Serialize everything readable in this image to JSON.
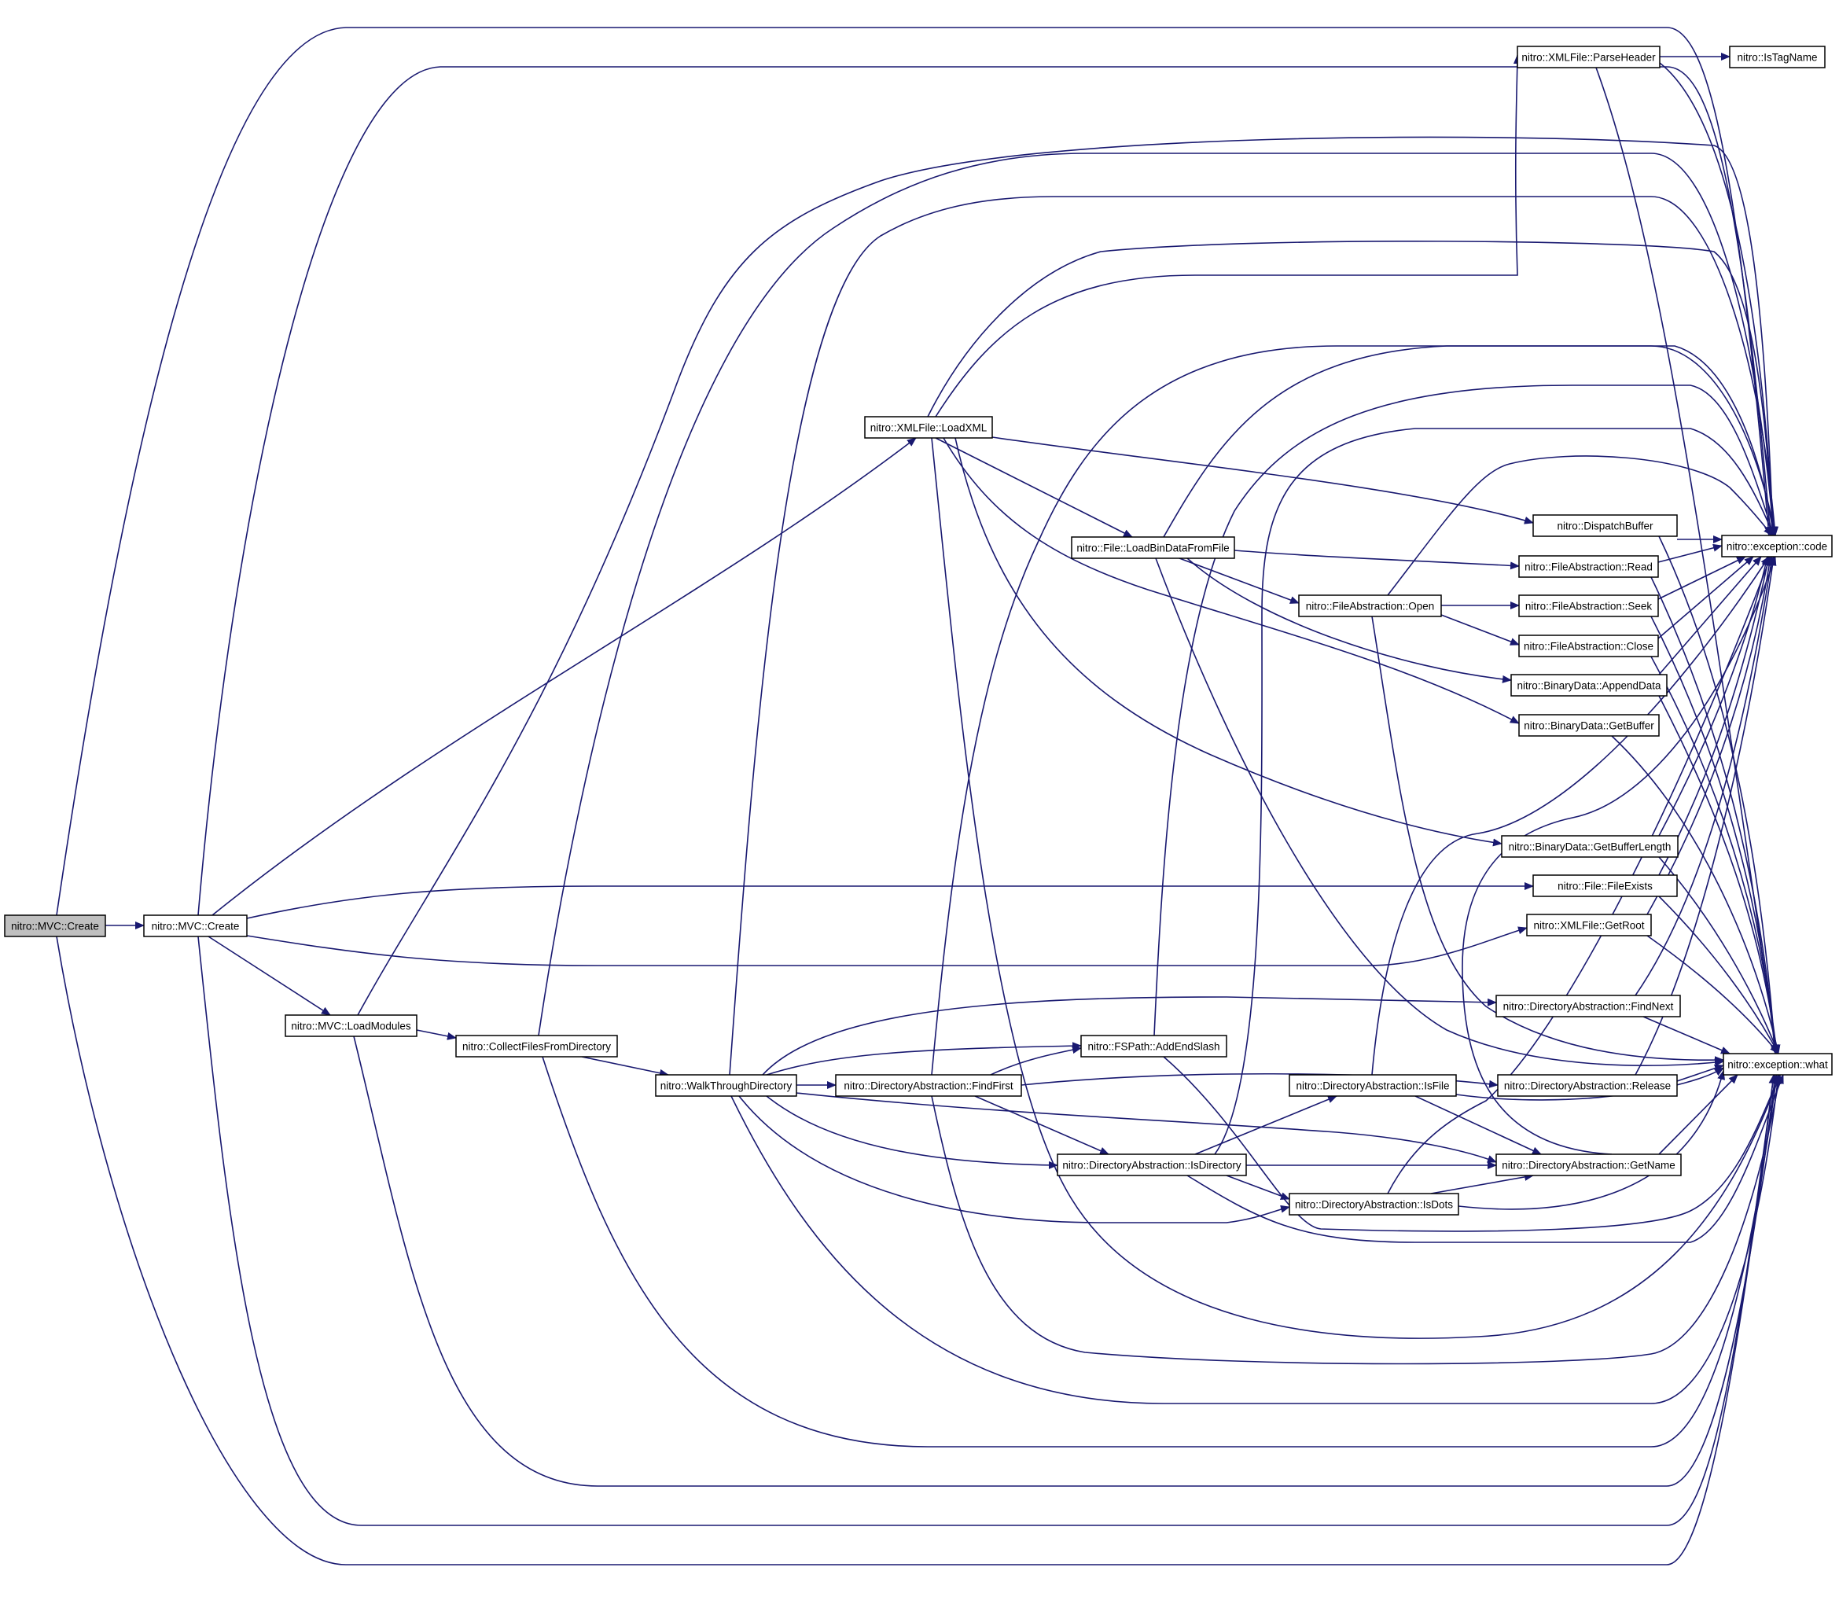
{
  "diagram": {
    "colors": {
      "edge": "#191970",
      "node_fill": "#ffffff",
      "root_fill": "#bfbfbf",
      "node_border": "#000000"
    },
    "nodes": [
      {
        "id": "root",
        "label": "nitro::MVC::Create",
        "root": true
      },
      {
        "id": "mvc_create",
        "label": "nitro::MVC::Create"
      },
      {
        "id": "load_modules",
        "label": "nitro::MVC::LoadModules"
      },
      {
        "id": "collect_files",
        "label": "nitro::CollectFilesFromDirectory"
      },
      {
        "id": "walk_dir",
        "label": "nitro::WalkThroughDirectory"
      },
      {
        "id": "find_first",
        "label": "nitro::DirectoryAbstraction::FindFirst"
      },
      {
        "id": "add_end_slash",
        "label": "nitro::FSPath::AddEndSlash"
      },
      {
        "id": "is_directory",
        "label": "nitro::DirectoryAbstraction::IsDirectory"
      },
      {
        "id": "is_file",
        "label": "nitro::DirectoryAbstraction::IsFile"
      },
      {
        "id": "is_dots",
        "label": "nitro::DirectoryAbstraction::IsDots"
      },
      {
        "id": "find_next",
        "label": "nitro::DirectoryAbstraction::FindNext"
      },
      {
        "id": "release",
        "label": "nitro::DirectoryAbstraction::Release"
      },
      {
        "id": "get_name",
        "label": "nitro::DirectoryAbstraction::GetName"
      },
      {
        "id": "load_xml",
        "label": "nitro::XMLFile::LoadXML"
      },
      {
        "id": "parse_header",
        "label": "nitro::XMLFile::ParseHeader"
      },
      {
        "id": "is_tag_name",
        "label": "nitro::IsTagName"
      },
      {
        "id": "load_bin",
        "label": "nitro::File::LoadBinDataFromFile"
      },
      {
        "id": "dispatch_buffer",
        "label": "nitro::DispatchBuffer"
      },
      {
        "id": "fa_read",
        "label": "nitro::FileAbstraction::Read"
      },
      {
        "id": "fa_open",
        "label": "nitro::FileAbstraction::Open"
      },
      {
        "id": "fa_seek",
        "label": "nitro::FileAbstraction::Seek"
      },
      {
        "id": "fa_close",
        "label": "nitro::FileAbstraction::Close"
      },
      {
        "id": "bd_append",
        "label": "nitro::BinaryData::AppendData"
      },
      {
        "id": "bd_getbuffer",
        "label": "nitro::BinaryData::GetBuffer"
      },
      {
        "id": "bd_getlength",
        "label": "nitro::BinaryData::GetBufferLength"
      },
      {
        "id": "file_exists",
        "label": "nitro::File::FileExists"
      },
      {
        "id": "get_root",
        "label": "nitro::XMLFile::GetRoot"
      },
      {
        "id": "exc_code",
        "label": "nitro::exception::code"
      },
      {
        "id": "exc_what",
        "label": "nitro::exception::what"
      }
    ],
    "edges": [
      [
        "root",
        "mvc_create"
      ],
      [
        "root",
        "exc_code"
      ],
      [
        "root",
        "exc_what"
      ],
      [
        "mvc_create",
        "load_xml"
      ],
      [
        "mvc_create",
        "file_exists"
      ],
      [
        "mvc_create",
        "get_root"
      ],
      [
        "mvc_create",
        "load_modules"
      ],
      [
        "mvc_create",
        "exc_code"
      ],
      [
        "mvc_create",
        "exc_what"
      ],
      [
        "load_modules",
        "collect_files"
      ],
      [
        "load_modules",
        "exc_code"
      ],
      [
        "load_modules",
        "exc_what"
      ],
      [
        "collect_files",
        "walk_dir"
      ],
      [
        "collect_files",
        "exc_code"
      ],
      [
        "collect_files",
        "exc_what"
      ],
      [
        "walk_dir",
        "find_first"
      ],
      [
        "walk_dir",
        "add_end_slash"
      ],
      [
        "walk_dir",
        "is_directory"
      ],
      [
        "walk_dir",
        "is_dots"
      ],
      [
        "walk_dir",
        "get_name"
      ],
      [
        "walk_dir",
        "find_next"
      ],
      [
        "walk_dir",
        "exc_code"
      ],
      [
        "walk_dir",
        "exc_what"
      ],
      [
        "find_first",
        "add_end_slash"
      ],
      [
        "find_first",
        "is_directory"
      ],
      [
        "find_first",
        "release"
      ],
      [
        "find_first",
        "exc_code"
      ],
      [
        "find_first",
        "exc_what"
      ],
      [
        "add_end_slash",
        "exc_code"
      ],
      [
        "add_end_slash",
        "exc_what"
      ],
      [
        "is_directory",
        "is_file"
      ],
      [
        "is_directory",
        "is_dots"
      ],
      [
        "is_directory",
        "get_name"
      ],
      [
        "is_directory",
        "exc_code"
      ],
      [
        "is_directory",
        "exc_what"
      ],
      [
        "is_file",
        "get_name"
      ],
      [
        "is_file",
        "exc_code"
      ],
      [
        "is_file",
        "exc_what"
      ],
      [
        "is_dots",
        "get_name"
      ],
      [
        "is_dots",
        "exc_code"
      ],
      [
        "is_dots",
        "exc_what"
      ],
      [
        "find_next",
        "exc_code"
      ],
      [
        "find_next",
        "exc_what"
      ],
      [
        "release",
        "exc_code"
      ],
      [
        "release",
        "exc_what"
      ],
      [
        "get_name",
        "exc_code"
      ],
      [
        "get_name",
        "exc_what"
      ],
      [
        "load_xml",
        "parse_header"
      ],
      [
        "load_xml",
        "load_bin"
      ],
      [
        "load_xml",
        "dispatch_buffer"
      ],
      [
        "load_xml",
        "bd_getbuffer"
      ],
      [
        "load_xml",
        "bd_getlength"
      ],
      [
        "load_xml",
        "exc_code"
      ],
      [
        "load_xml",
        "exc_what"
      ],
      [
        "parse_header",
        "is_tag_name"
      ],
      [
        "parse_header",
        "exc_code"
      ],
      [
        "parse_header",
        "exc_what"
      ],
      [
        "load_bin",
        "fa_open"
      ],
      [
        "load_bin",
        "fa_read"
      ],
      [
        "load_bin",
        "bd_append"
      ],
      [
        "load_bin",
        "exc_code"
      ],
      [
        "load_bin",
        "exc_what"
      ],
      [
        "fa_open",
        "fa_seek"
      ],
      [
        "fa_open",
        "fa_close"
      ],
      [
        "fa_open",
        "exc_code"
      ],
      [
        "fa_open",
        "exc_what"
      ],
      [
        "dispatch_buffer",
        "exc_code"
      ],
      [
        "dispatch_buffer",
        "exc_what"
      ],
      [
        "fa_read",
        "exc_code"
      ],
      [
        "fa_read",
        "exc_what"
      ],
      [
        "fa_seek",
        "exc_code"
      ],
      [
        "fa_seek",
        "exc_what"
      ],
      [
        "fa_close",
        "exc_code"
      ],
      [
        "fa_close",
        "exc_what"
      ],
      [
        "bd_append",
        "exc_code"
      ],
      [
        "bd_append",
        "exc_what"
      ],
      [
        "bd_getbuffer",
        "exc_what"
      ],
      [
        "bd_getlength",
        "exc_code"
      ],
      [
        "bd_getlength",
        "exc_what"
      ],
      [
        "file_exists",
        "exc_code"
      ],
      [
        "file_exists",
        "exc_what"
      ],
      [
        "get_root",
        "exc_code"
      ],
      [
        "get_root",
        "exc_what"
      ]
    ]
  }
}
